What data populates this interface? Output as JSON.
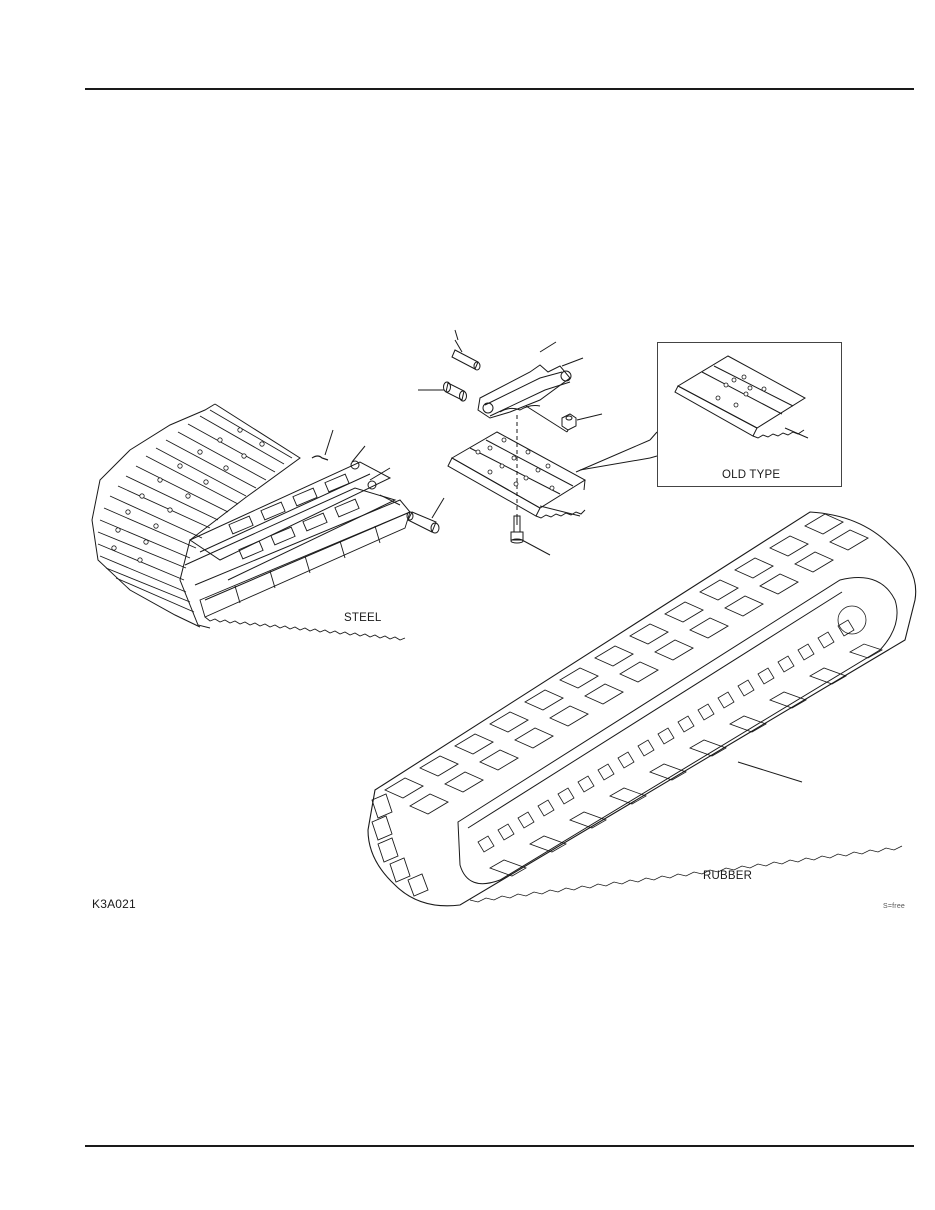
{
  "page": {
    "type": "parts-catalog-illustration",
    "header_rule": true,
    "footer_rule": true
  },
  "figure": {
    "code": "K3A021",
    "watermark": "S=free",
    "labels": {
      "steel": "STEEL",
      "rubber": "RUBBER",
      "old_type": "OLD TYPE"
    },
    "components": [
      {
        "name": "steel-track-assembly"
      },
      {
        "name": "track-pin-upper"
      },
      {
        "name": "track-bushing"
      },
      {
        "name": "track-link-assembly"
      },
      {
        "name": "track-nut"
      },
      {
        "name": "track-shoe"
      },
      {
        "name": "track-bolt"
      },
      {
        "name": "master-pin"
      },
      {
        "name": "pin-clip"
      },
      {
        "name": "old-type-shoe"
      },
      {
        "name": "rubber-track"
      }
    ]
  },
  "colors": {
    "line": "#1a1a1a",
    "background": "#ffffff"
  }
}
